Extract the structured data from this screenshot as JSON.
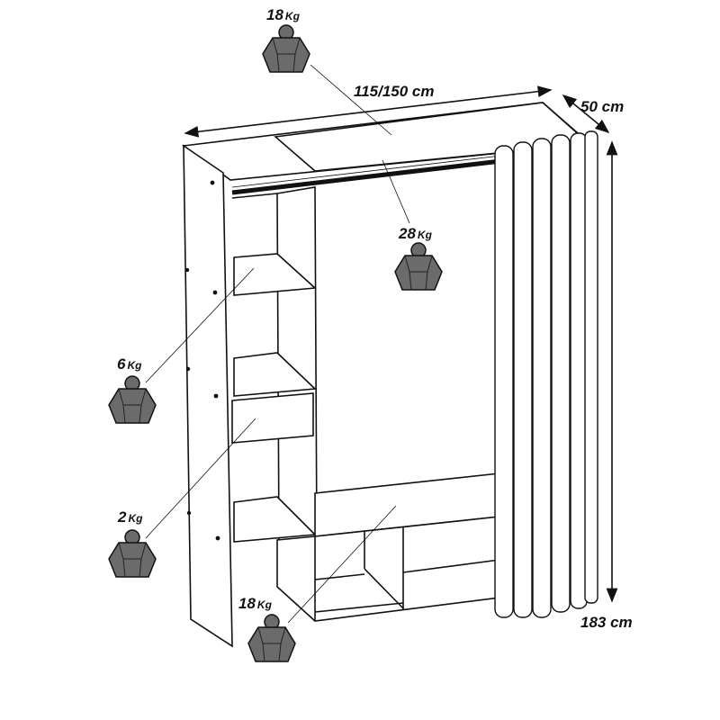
{
  "dimensions": {
    "width": "115/150 cm",
    "depth": "50 cm",
    "height": "183 cm"
  },
  "loads": [
    {
      "id": "top",
      "value": "18",
      "unit": "Kg"
    },
    {
      "id": "rail",
      "value": "28",
      "unit": "Kg"
    },
    {
      "id": "shelf",
      "value": "6",
      "unit": "Kg"
    },
    {
      "id": "drawer",
      "value": "2",
      "unit": "Kg"
    },
    {
      "id": "bottom",
      "value": "18",
      "unit": "Kg"
    }
  ],
  "colors": {
    "weight_fill": "#6b6b6b",
    "line": "#111111"
  }
}
